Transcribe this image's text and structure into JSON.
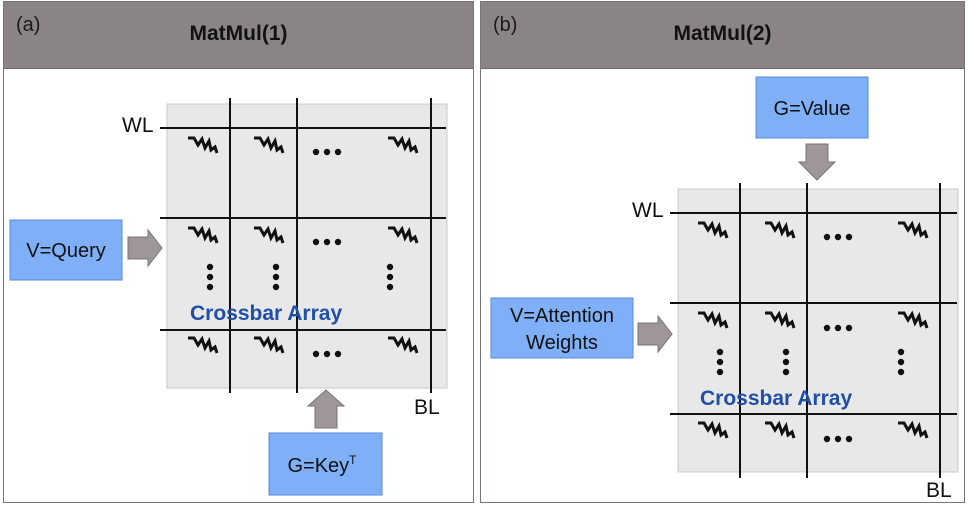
{
  "panels": {
    "a": {
      "letter": "(a)",
      "title": "MatMul(1)"
    },
    "b": {
      "letter": "(b)",
      "title": "MatMul(2)"
    }
  },
  "crossbar_a": {
    "word_line_label": "WL",
    "bit_line_label": "BL",
    "array_label": "Crossbar Array",
    "voltage_input": "V=Query",
    "conductance_main": "G=Key",
    "conductance_sup": "T"
  },
  "crossbar_b": {
    "word_line_label": "WL",
    "bit_line_label": "BL",
    "array_label": "Crossbar Array",
    "voltage_input_line1": "V=Attention",
    "voltage_input_line2": "Weights",
    "conductance_main": "G=Value"
  },
  "colors": {
    "header": "#8a8486",
    "input_box": "#7fb0f7",
    "arrow": "#9e9698",
    "array_bg": "#e8e8e8",
    "array_label": "#1f4fa8"
  }
}
